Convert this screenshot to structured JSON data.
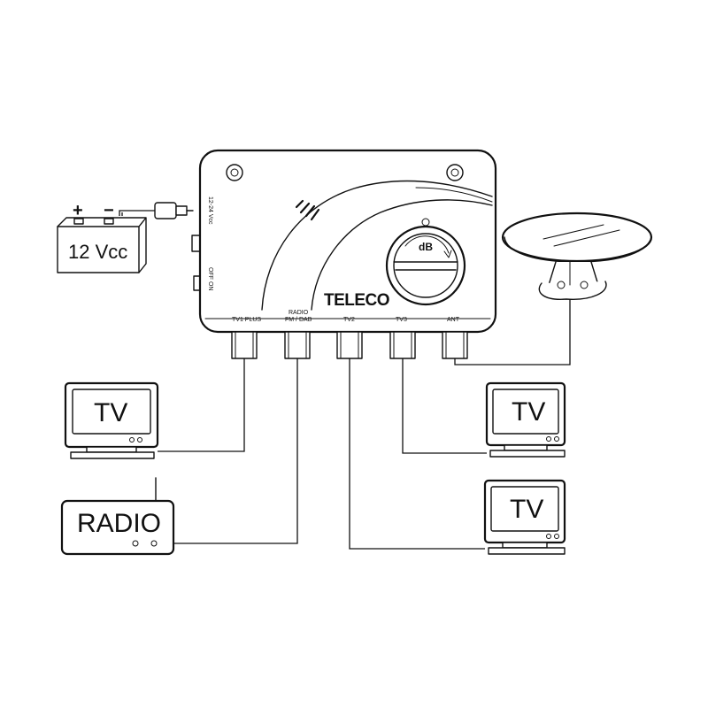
{
  "unit": {
    "brand": "TELECO",
    "gain_label": "dB",
    "power_label": "12-24 Vcc",
    "switch_label": "OFF ON",
    "ports": [
      {
        "id": "tv1",
        "label": "TV1 PLUS"
      },
      {
        "id": "radio",
        "label_line1": "RADIO",
        "label_line2": "FM / DAB"
      },
      {
        "id": "tv2",
        "label": "TV2"
      },
      {
        "id": "tv3",
        "label": "TV3"
      },
      {
        "id": "ant",
        "label": "ANT"
      }
    ]
  },
  "battery": {
    "label": "12 Vcc",
    "plus": "+",
    "minus": "−"
  },
  "devices": {
    "tv_left": "TV",
    "tv_right_top": "TV",
    "tv_right_bottom": "TV",
    "radio": "RADIO"
  }
}
